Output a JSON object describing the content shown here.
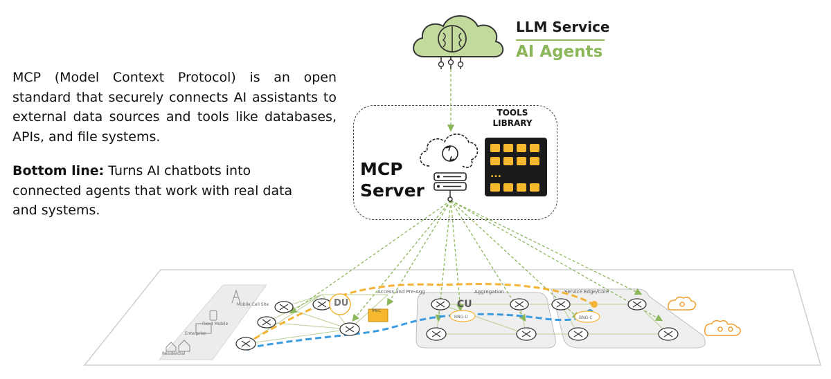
{
  "intro": {
    "description": "MCP (Model Context Protocol) is an open standard that securely connects AI assistants to external data sources and tools like databases, APIs, and file systems.",
    "bottom_line_label": "Bottom line:",
    "bottom_line_text": " Turns AI chatbots into connected agents that work with real data and systems."
  },
  "llm_service": {
    "title": "LLM Service",
    "subtitle": "AI Agents",
    "icon": "brain-cloud-icon"
  },
  "mcp_server": {
    "line1": "MCP",
    "line2": "Server",
    "icons": [
      "cloud-sync-icon",
      "server-stack-icon"
    ]
  },
  "tools_library": {
    "line1": "TOOLS",
    "line2": "LIBRARY",
    "dots": "...",
    "icon": "tools-grid-icon"
  },
  "network": {
    "sections": {
      "access": "Access and Pre-Agg",
      "aggregation": "Aggregation",
      "edge": "Service Edge/Core"
    },
    "labels": {
      "du": "DU",
      "cu": "CU",
      "mec": "MEC",
      "bng_u": "BNG-U",
      "bng_c": "BNG-C"
    },
    "endpoints": [
      "Mobile Cell Site",
      "Fixed Mobile",
      "Enterprise",
      "Residential"
    ]
  },
  "colors": {
    "green_accent": "#8bb65a",
    "orange_path": "#f5b335",
    "blue_path": "#3a9be0",
    "tools_bg": "#1b1b1b",
    "tools_key": "#f5b82e"
  }
}
